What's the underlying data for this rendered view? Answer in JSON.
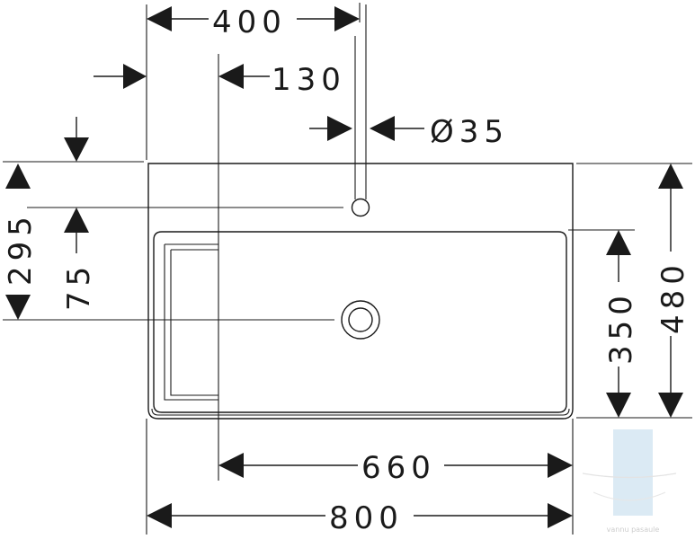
{
  "dimensions": {
    "width_top": "400",
    "offset_130": "130",
    "diameter": "Ø35",
    "height_295": "295",
    "depth_75": "75",
    "height_350": "350",
    "height_480": "480",
    "width_660": "660",
    "width_800": "800"
  },
  "watermark": {
    "text": "vannu pasaule",
    "accent_color": "#b8d6ea"
  },
  "colors": {
    "line": "#1a1a1a",
    "background": "#ffffff"
  }
}
